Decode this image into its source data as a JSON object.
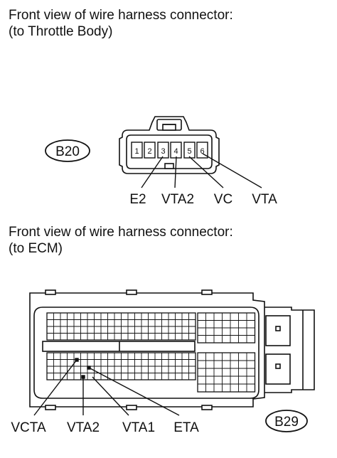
{
  "throttle_body": {
    "caption_line1": "Front view of wire harness connector:",
    "caption_line2": "(to Throttle Body)",
    "connector_id": "B20",
    "pins": [
      "1",
      "2",
      "3",
      "4",
      "5",
      "6"
    ],
    "signals": [
      {
        "pin": "3",
        "name": "E2"
      },
      {
        "pin": "4",
        "name": "VTA2"
      },
      {
        "pin": "5",
        "name": "VC"
      },
      {
        "pin": "6",
        "name": "VTA"
      }
    ]
  },
  "ecm": {
    "caption_line1": "Front view of wire harness connector:",
    "caption_line2": "(to ECM)",
    "connector_id": "B29",
    "signals": [
      "VCTA",
      "VTA2",
      "VTA1",
      "ETA"
    ]
  }
}
